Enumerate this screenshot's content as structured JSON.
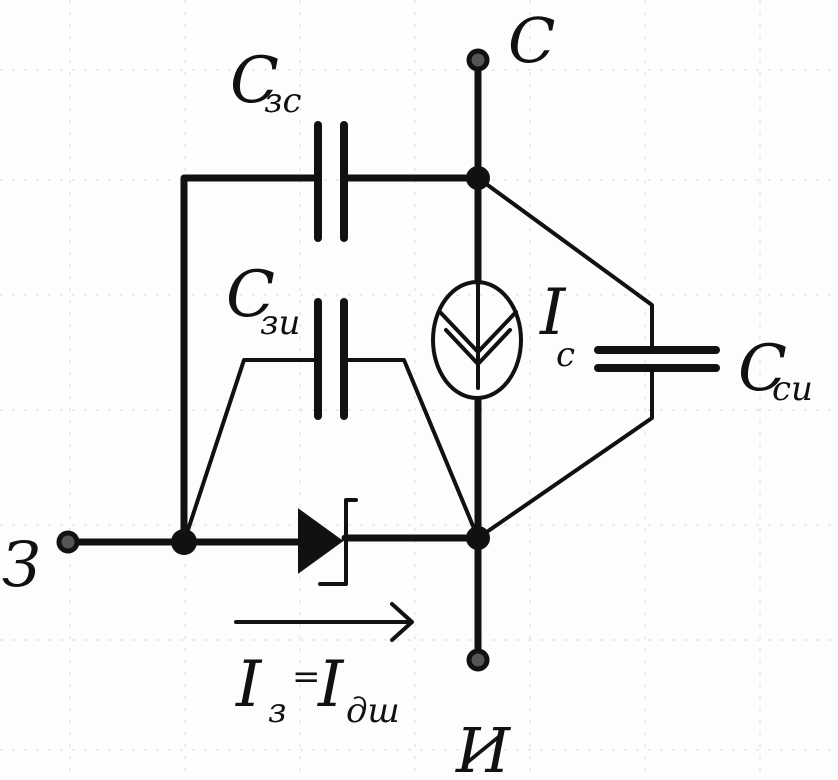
{
  "terminals": {
    "drain": "С",
    "gate": "З",
    "source": "И"
  },
  "components": {
    "c_gate_drain": {
      "main": "C",
      "sub": "зс"
    },
    "c_gate_source": {
      "main": "C",
      "sub": "зи"
    },
    "c_drain_source": {
      "main": "C",
      "sub": "си"
    },
    "drain_current": {
      "main": "I",
      "sub": "c"
    }
  },
  "gate_current": {
    "lhs_main": "I",
    "lhs_sub": "з",
    "equals": "=",
    "rhs_main": "I",
    "rhs_sub": "дш"
  },
  "icons": {
    "current_source": "current-source-icon",
    "schottky_diode": "schottky-diode-icon",
    "direction_arrow": "arrow-right-icon"
  },
  "colors": {
    "ink": "#111111",
    "paper": "#fdfdfd",
    "grid": "#d9d9d9"
  }
}
